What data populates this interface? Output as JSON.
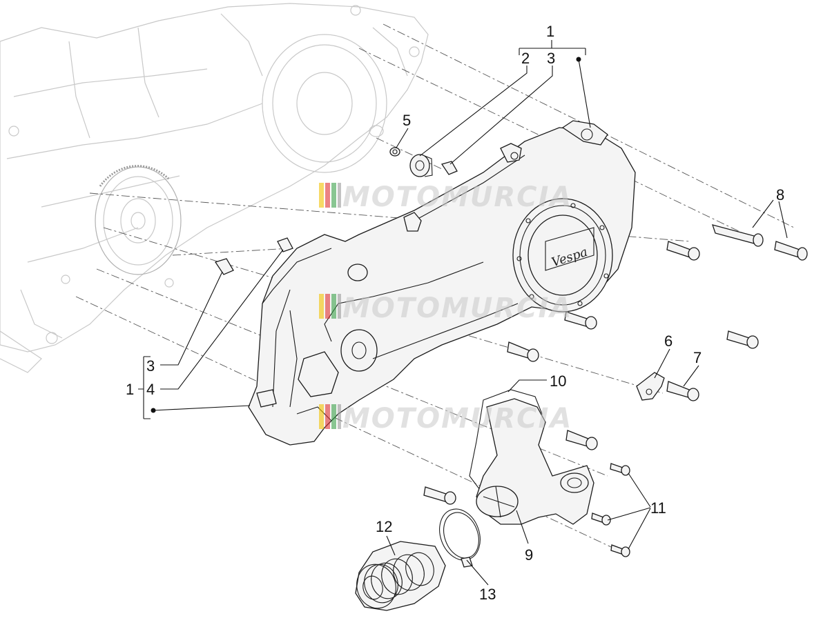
{
  "callouts": [
    {
      "id": "c1_top",
      "text": "1"
    },
    {
      "id": "c2",
      "text": "2"
    },
    {
      "id": "c3_top",
      "text": "3"
    },
    {
      "id": "c5",
      "text": "5"
    },
    {
      "id": "c8",
      "text": "8"
    },
    {
      "id": "c6",
      "text": "6"
    },
    {
      "id": "c7",
      "text": "7"
    },
    {
      "id": "c10",
      "text": "10"
    },
    {
      "id": "c3_left",
      "text": "3"
    },
    {
      "id": "c4",
      "text": "4"
    },
    {
      "id": "c1_left",
      "text": "1"
    },
    {
      "id": "c11",
      "text": "11"
    },
    {
      "id": "c12",
      "text": "12"
    },
    {
      "id": "c9",
      "text": "9"
    },
    {
      "id": "c13",
      "text": "13"
    }
  ],
  "watermark": {
    "text": "MOTOMURCIA",
    "stripe_colors": [
      "#f2c200",
      "#e03030",
      "#3aa04a",
      "#9a9a9a"
    ]
  },
  "cover_logo": {
    "text": "Vespa"
  }
}
